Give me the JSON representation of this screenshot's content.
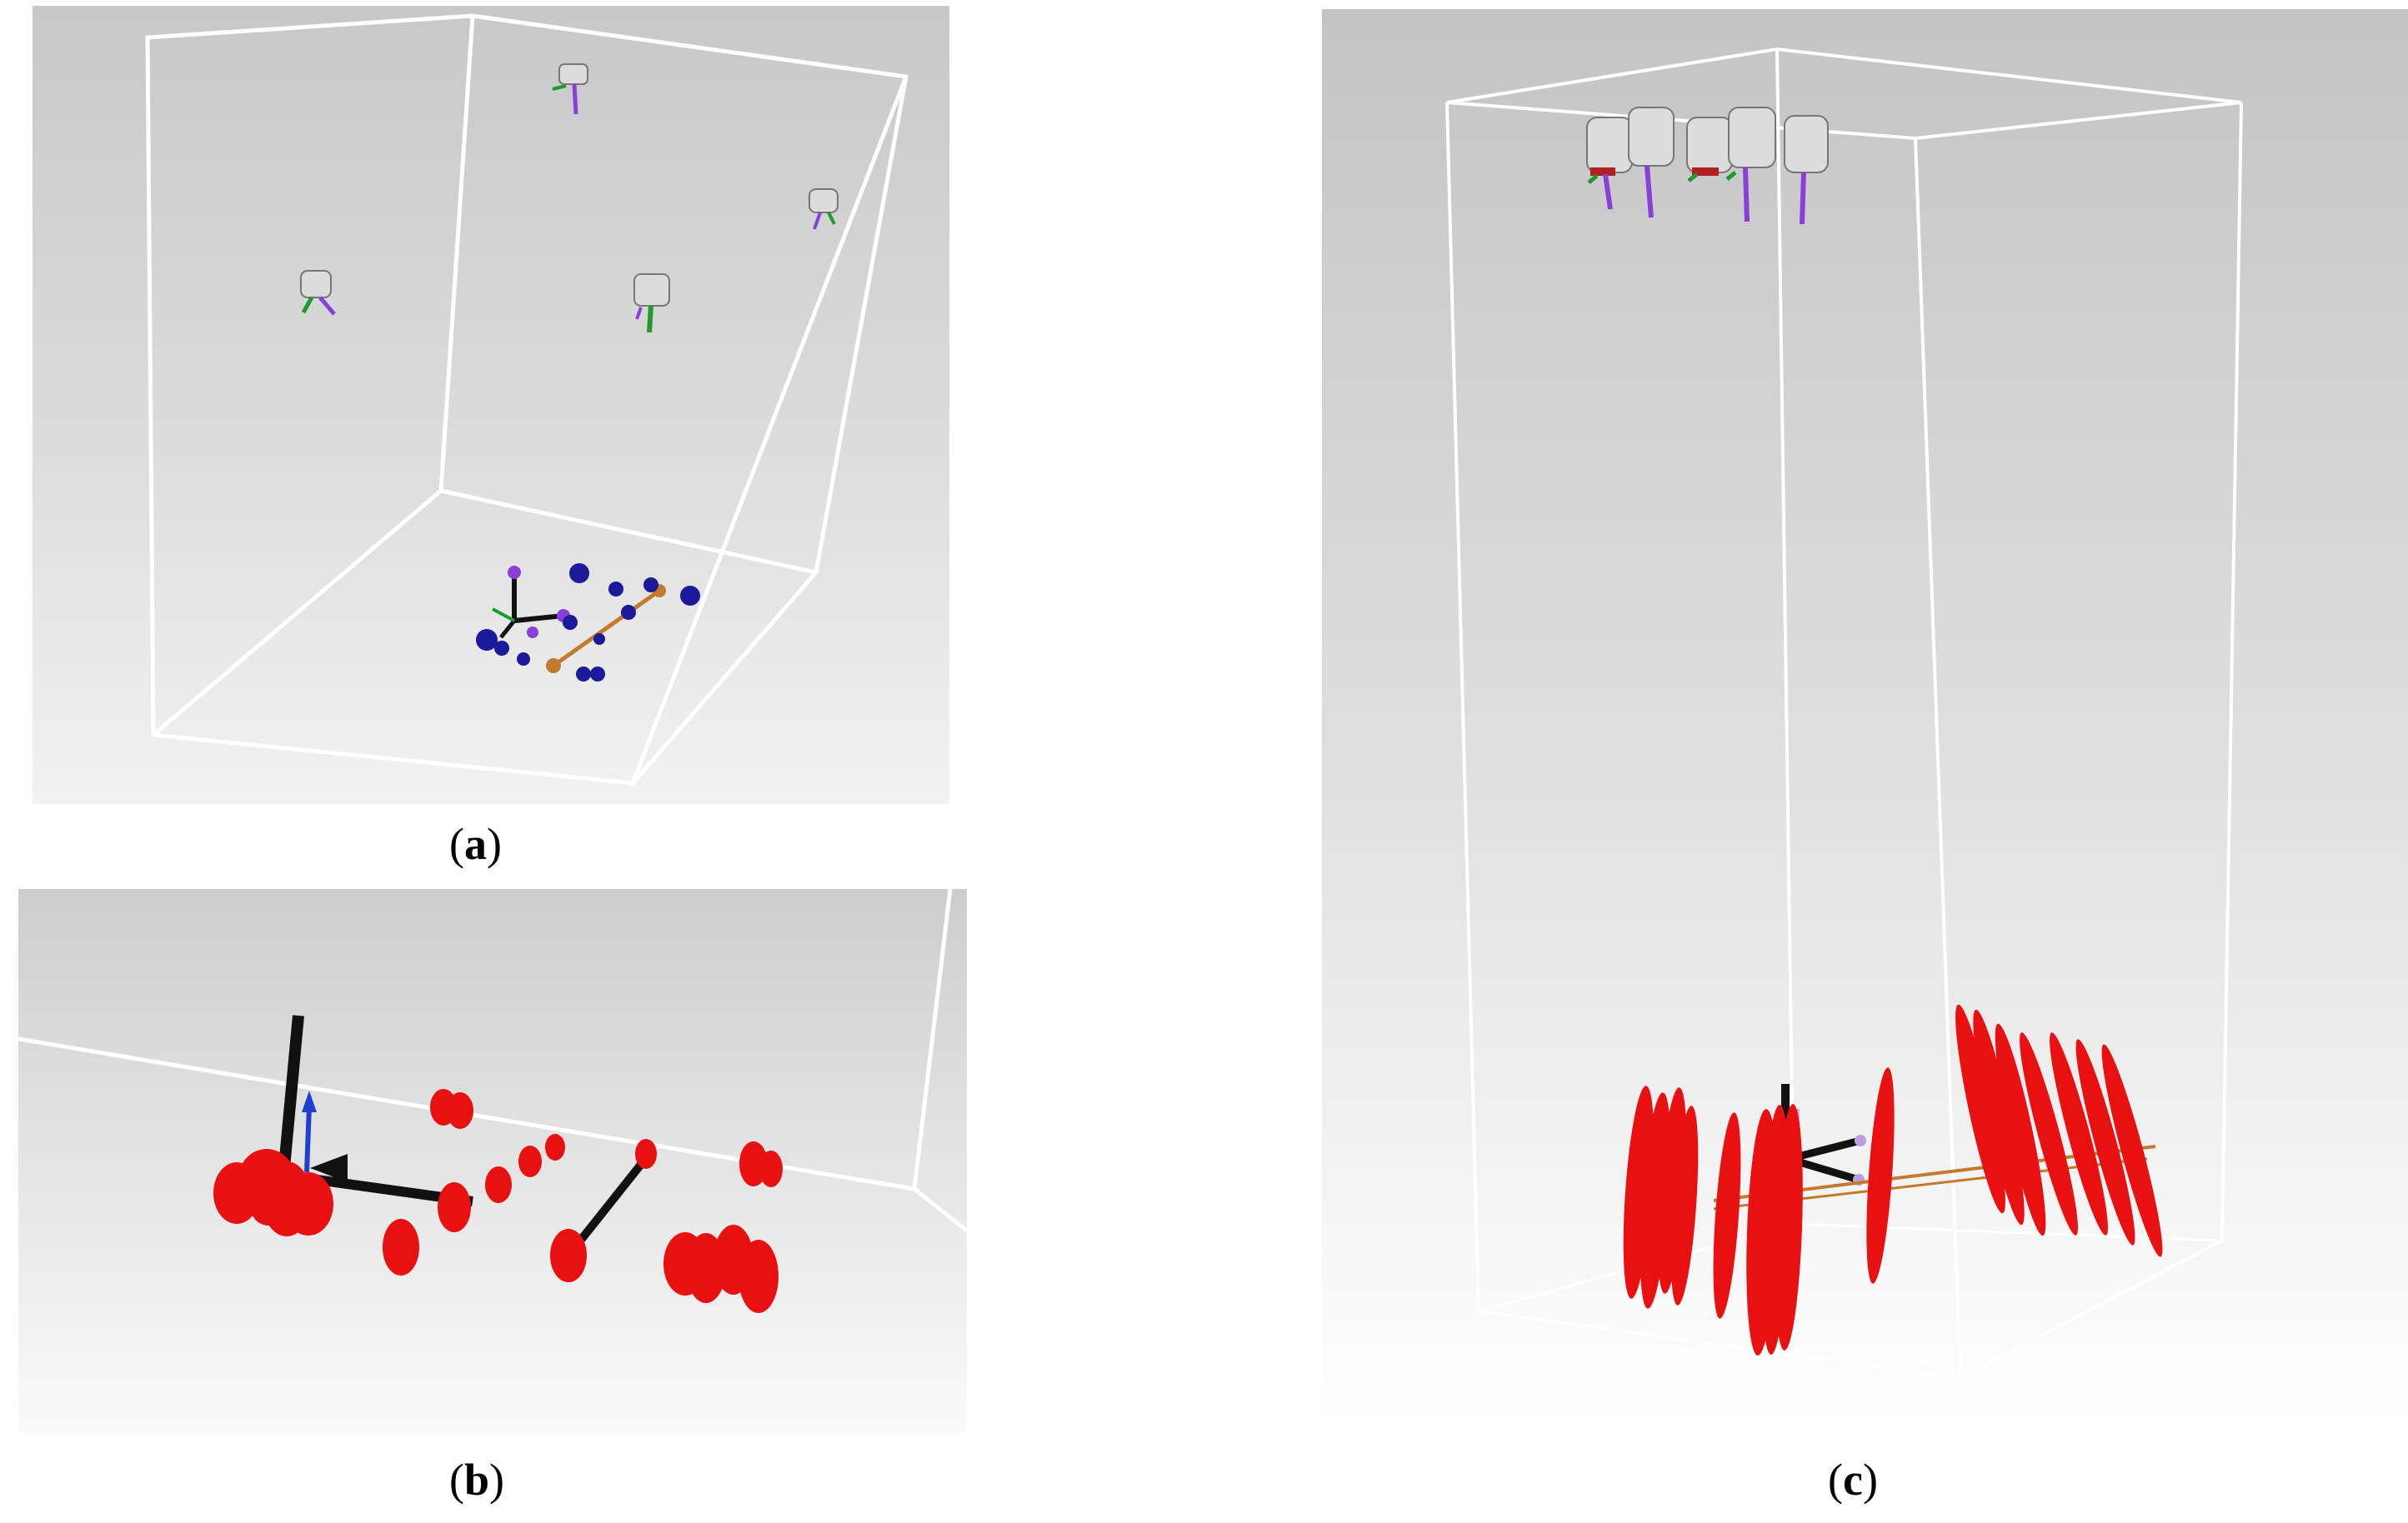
{
  "captions": {
    "a": {
      "open": "(",
      "letter": "a",
      "close": ")"
    },
    "b": {
      "open": "(",
      "letter": "b",
      "close": ")"
    },
    "c": {
      "open": "(",
      "letter": "c",
      "close": ")"
    }
  },
  "colors": {
    "box_edge": "#ffffff",
    "marker_blue": "#1a1a9a",
    "ellipsoid_red": "#e81010",
    "axis_black": "#111111",
    "axis_blue": "#1f3fd0",
    "wand_orange": "#c47a2c",
    "camera_gray": "#d9d9d9",
    "axis_purple": "#8a3fd8",
    "axis_green": "#1f9a2f"
  }
}
